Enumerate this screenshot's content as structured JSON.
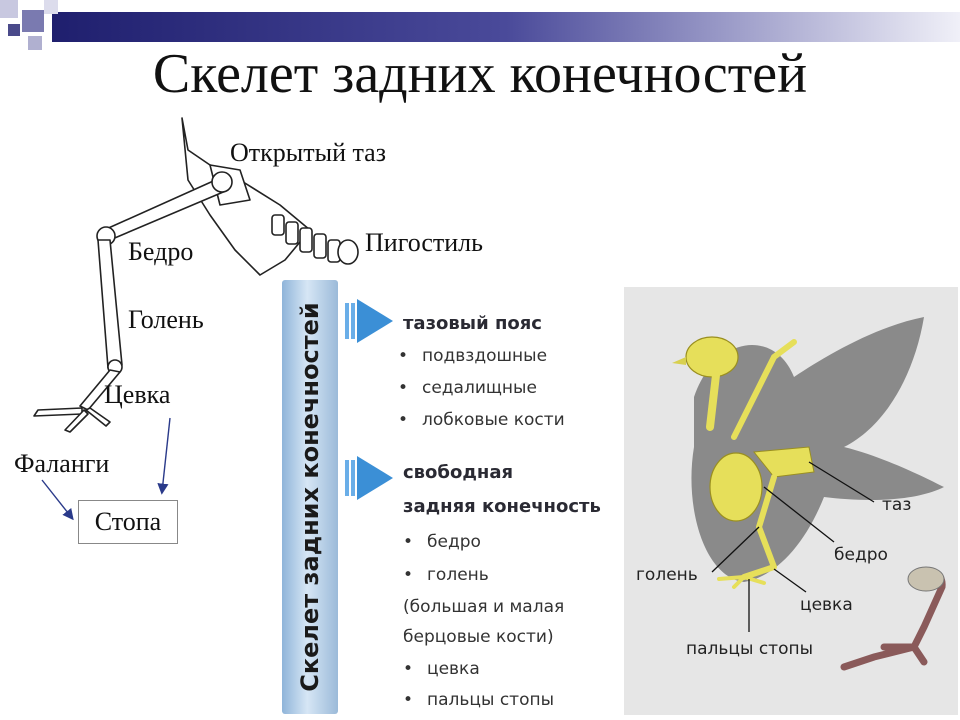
{
  "title": "Скелет задних конечностей",
  "skeleton_labels": {
    "open_pelvis": "Открытый таз",
    "pygostyle": "Пигостиль",
    "femur": "Бедро",
    "shin": "Голень",
    "tarsus": "Цевка",
    "phalanges": "Фаланги",
    "foot": "Стопа"
  },
  "side_banner": "Скелет задних конечностей",
  "pelvic_girdle": {
    "heading": "тазовый пояс",
    "items": [
      "подвздошные",
      "седалищные",
      "лобковые кости"
    ]
  },
  "free_limb": {
    "heading_line1": "свободная",
    "heading_line2": "задняя конечность",
    "items": [
      "бедро",
      "голень"
    ],
    "note_line1": "(большая и малая",
    "note_line2": "берцовые кости)",
    "items2": [
      "цевка",
      "пальцы стопы"
    ]
  },
  "photo_labels": {
    "pelvis": "таз",
    "femur": "бедро",
    "shin": "голень",
    "tarsus": "цевка",
    "toes": "пальцы стопы"
  },
  "colors": {
    "bullet_arrow": "#3b8fd6",
    "bone_highlight": "#e6df5a",
    "bird_silhouette": "#8a8a8a"
  }
}
